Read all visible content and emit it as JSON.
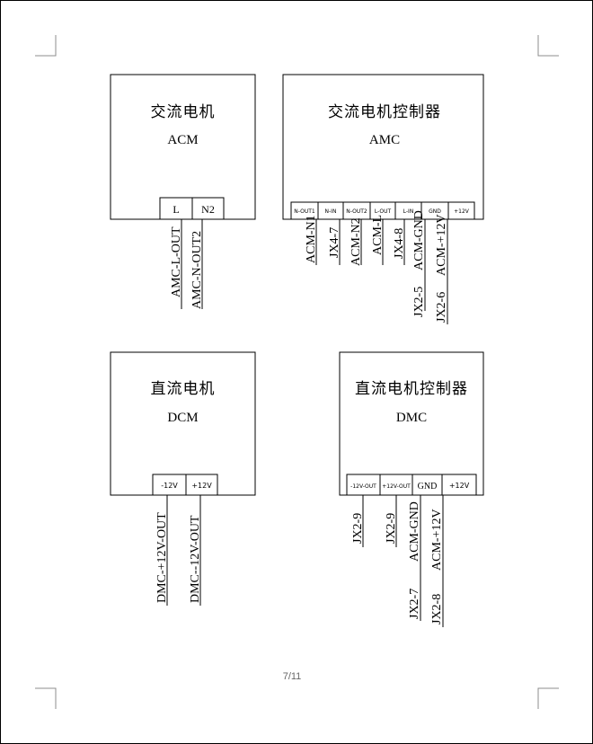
{
  "page_number": "7/11",
  "blocks": {
    "acm": {
      "title_cn": "交流电机",
      "title_en": "ACM",
      "pins": [
        "L",
        "N2"
      ],
      "wires": [
        "AMC-L-OUT",
        "AMC-N-OUT2"
      ]
    },
    "amc": {
      "title_cn": "交流电机控制器",
      "title_en": "AMC",
      "pins": [
        "N-OUT1",
        "N-IN",
        "N-OUT2",
        "L-OUT",
        "L-IN",
        "GND",
        "+12V"
      ],
      "wires": [
        "ACM-N1",
        "JX4-7",
        "ACM-N2",
        "ACM-L",
        "JX4-8",
        "ACM-GND",
        "ACM-+12V"
      ],
      "wires_extra": [
        "JX2-5",
        "JX2-6"
      ]
    },
    "dcm": {
      "title_cn": "直流电机",
      "title_en": "DCM",
      "pins": [
        "-12V",
        "+12V"
      ],
      "wires": [
        "DMC-+12V-OUT",
        "DMC--12V-OUT"
      ]
    },
    "dmc": {
      "title_cn": "直流电机控制器",
      "title_en": "DMC",
      "pins": [
        "-12V-OUT",
        "+12V-OUT",
        "GND",
        "+12V"
      ],
      "wires": [
        "JX2-9",
        "JX2-9",
        "ACM-GND",
        "ACM-+12V"
      ],
      "wires_extra": [
        "JX2-7",
        "JX2-8"
      ]
    }
  }
}
